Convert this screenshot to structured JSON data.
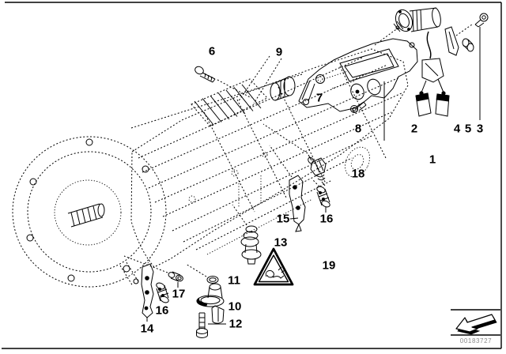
{
  "canvas": {
    "background": "#ffffff",
    "line_color": "#000000",
    "muted_text_color": "#8a8a8a"
  },
  "callouts": [
    {
      "num": "1"
    },
    {
      "num": "2"
    },
    {
      "num": "3"
    },
    {
      "num": "4"
    },
    {
      "num": "5"
    },
    {
      "num": "6"
    },
    {
      "num": "7"
    },
    {
      "num": "8"
    },
    {
      "num": "9"
    },
    {
      "num": "10"
    },
    {
      "num": "11"
    },
    {
      "num": "12"
    },
    {
      "num": "13"
    },
    {
      "num": "14"
    },
    {
      "num": "15"
    },
    {
      "num": "16"
    },
    {
      "num": "16"
    },
    {
      "num": "17"
    },
    {
      "num": "18"
    },
    {
      "num": "19"
    }
  ],
  "icons": {
    "warning_triangle": "pinch-hazard-warning-icon",
    "stamp_arrow": "lower-left-block-arrow-icon"
  },
  "stamp": {
    "doc_id": "00183727"
  }
}
